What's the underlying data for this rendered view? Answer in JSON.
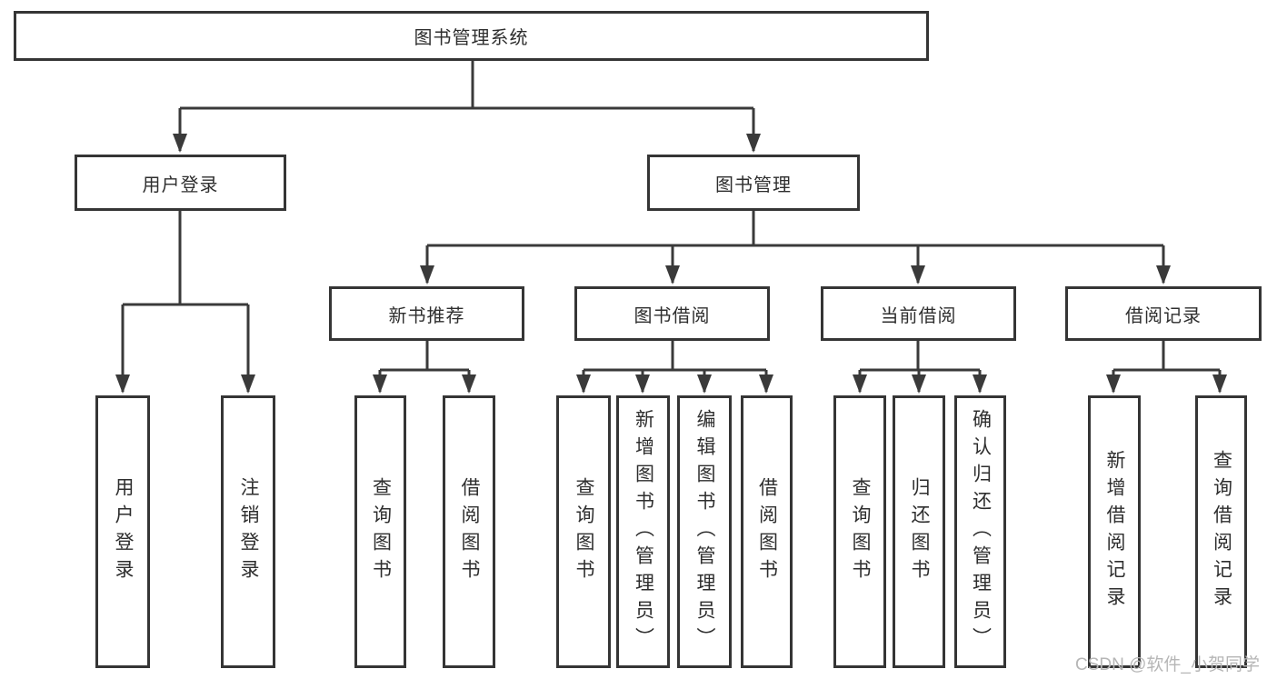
{
  "tree": {
    "label": "图书管理系统",
    "children": [
      {
        "label": "用户登录",
        "children": [
          {
            "label": "用户登录"
          },
          {
            "label": "注销登录"
          }
        ]
      },
      {
        "label": "图书管理",
        "children": [
          {
            "label": "新书推荐",
            "children": [
              {
                "label": "查询图书"
              },
              {
                "label": "借阅图书"
              }
            ]
          },
          {
            "label": "图书借阅",
            "children": [
              {
                "label": "查询图书"
              },
              {
                "label": "新增图书（管理员）"
              },
              {
                "label": "编辑图书（管理员）"
              },
              {
                "label": "借阅图书"
              }
            ]
          },
          {
            "label": "当前借阅",
            "children": [
              {
                "label": "查询图书"
              },
              {
                "label": "归还图书"
              },
              {
                "label": "确认归还（管理员）"
              }
            ]
          },
          {
            "label": "借阅记录",
            "children": [
              {
                "label": "新增借阅记录"
              },
              {
                "label": "查询借阅记录"
              }
            ]
          }
        ]
      }
    ]
  },
  "watermark": "CSDN @软件_小贺同学",
  "colors": {
    "line": "#3a3a3a",
    "border": "#353535",
    "text": "#2e2e2e",
    "background": "#ffffff",
    "watermark": "#b6b6b6"
  }
}
